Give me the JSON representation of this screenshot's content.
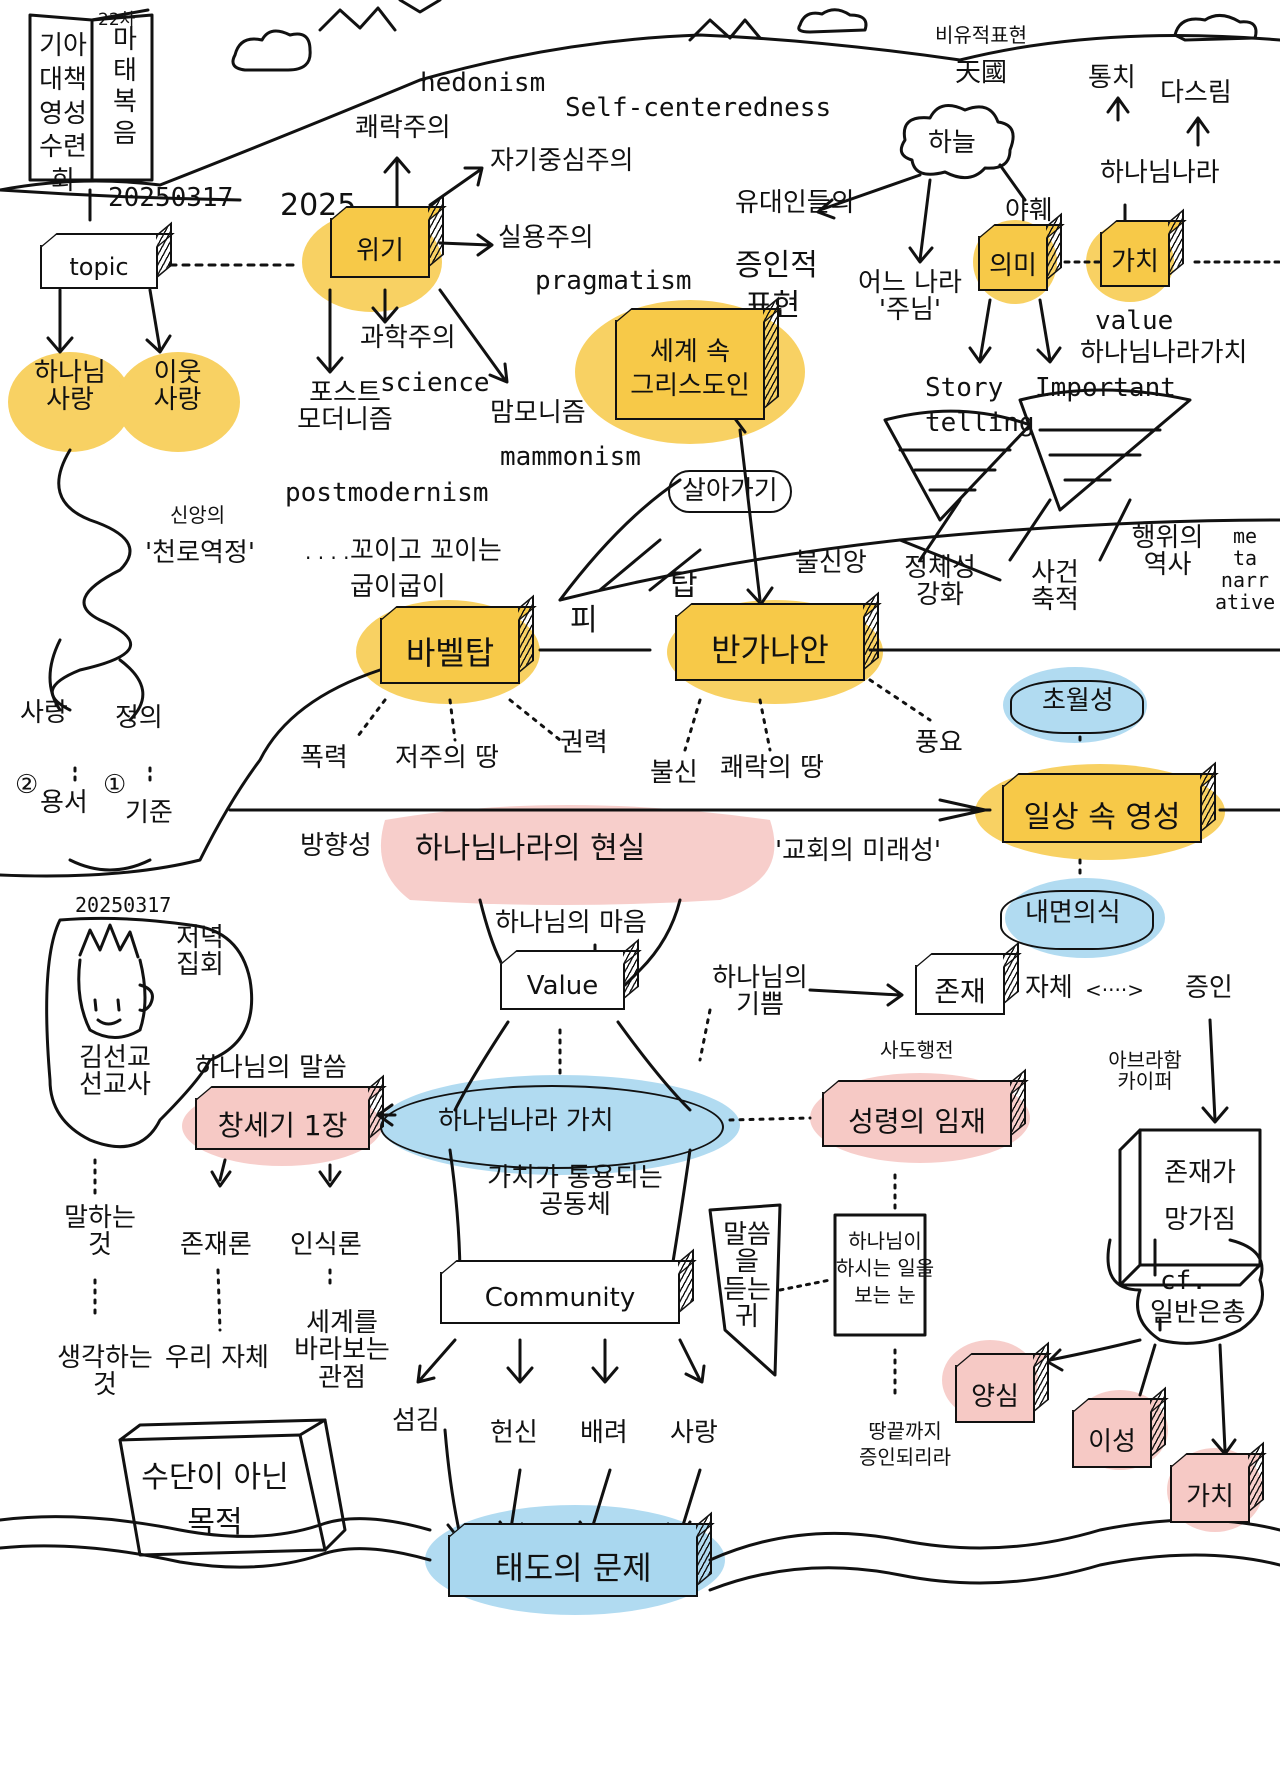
{
  "header": {
    "session_badge": "22차",
    "session_title_lines": [
      "기아",
      "대책",
      "영성",
      "수련회"
    ],
    "speaker_lines": [
      "마",
      "태",
      "복",
      "음"
    ],
    "date": "20250317"
  },
  "topic": {
    "label": "topic",
    "love_god": [
      "하나님",
      "사랑"
    ],
    "love_neighbor": [
      "이웃",
      "사랑"
    ],
    "faith_label": "신앙의",
    "faith_quote": "'천로역정'",
    "winding": "꼬이고 꼬이는",
    "winding2": "굽이굽이",
    "love": "사랑",
    "justice": "정의",
    "forgive_num": "②",
    "forgive": "용서",
    "standard_num": "①",
    "standard": "기준"
  },
  "crisis": {
    "year": "2025",
    "label": "위기",
    "hedonism_en": "hedonism",
    "hedonism_ko": "쾌락주의",
    "self_en": "Self-centeredness",
    "self_ko": "자기중심주의",
    "pragmatism_ko": "실용주의",
    "pragmatism_en": "pragmatism",
    "science_ko": "과학주의",
    "science_en": "science",
    "postmodern_ko": [
      "포스트",
      "모더니즘"
    ],
    "postmodern_en": "postmodernism",
    "mammon_ko": "맘모니즘",
    "mammon_en": "mammonism"
  },
  "worldview": {
    "jews": "유대인들의",
    "testimony": "증인적",
    "expression": "표현",
    "box": [
      "세계 속",
      "그리스도인"
    ],
    "living": "살아가기"
  },
  "heaven": {
    "metaphor": "비유적표현",
    "hanja": "天國",
    "cloud": "하늘",
    "rule": "통치",
    "reign": "다스림",
    "kingdom": "하나님나라",
    "where": [
      "어느 나라",
      "'주님'"
    ],
    "yahweh": "야훼",
    "meaning": "의미",
    "value": "가치",
    "value_en": "value",
    "kingdom_value": "하나님나라가치",
    "story1": "Story",
    "story2": "telling",
    "important": "Important",
    "identity": [
      "정체성",
      "강화"
    ],
    "events": [
      "사건",
      "축적"
    ],
    "acts": [
      "행위의",
      "역사"
    ],
    "meta": [
      "me",
      "ta",
      "narr",
      "ative"
    ]
  },
  "road": {
    "blood": "피",
    "tower": "탑",
    "unfaith": "불신앙",
    "babel": "바벨탑",
    "canaan": "반가나안",
    "violence": "폭력",
    "cursed": "저주의 땅",
    "power": "권력",
    "distrust": "불신",
    "pleasure_land": "쾌락의 땅",
    "prosperity": "풍요",
    "transcend": "초월성",
    "everyday": "일상 속 영성",
    "inner": "내면의식",
    "direction": "방향성",
    "reality": "하나님나라의 현실",
    "church_future": "'교회의 미래성'"
  },
  "bottom": {
    "date": "20250317",
    "evening": [
      "저녁",
      "집회"
    ],
    "speaker": [
      "김선교",
      "선교사"
    ],
    "word_of_god": "하나님의 말씀",
    "genesis": "창세기 1장",
    "speaking": [
      "말하는",
      "것"
    ],
    "ontology": "존재론",
    "epistemology": "인식론",
    "thinking": [
      "생각하는",
      "것"
    ],
    "ourselves": "우리 자체",
    "worldview_lines": [
      "세계를",
      "바라보는",
      "관점"
    ],
    "purpose": [
      "수단이 아닌",
      "목적"
    ],
    "heart": "하나님의 마음",
    "value_box": "Value",
    "kingdom_value": "하나님나라 가치",
    "shared": [
      "가치가 통용되는",
      "공동체"
    ],
    "community": "Community",
    "ears": [
      "말씀을",
      "듣는",
      "귀"
    ],
    "eyes": [
      "하나님이",
      "하시는 일을",
      "보는 눈"
    ],
    "serve": "섬김",
    "devotion": "헌신",
    "care": "배려",
    "love": "사랑",
    "attitude": "태도의 문제",
    "joy": [
      "하나님의",
      "기쁨"
    ],
    "existence": "존재",
    "itself": "자체",
    "arrow_pair": "<····>",
    "witness": "증인",
    "acts": "사도행전",
    "spirit": "성령의 임재",
    "ends_earth": [
      "땅끝까지",
      "증인되리라"
    ],
    "abraham": [
      "아브라함",
      "카이퍼"
    ],
    "lost": [
      "존재가",
      "망가짐"
    ],
    "cf": "cf.",
    "general_grace": "일반은총",
    "conscience": "양심",
    "reason": "이성",
    "value3": "가치"
  },
  "colors": {
    "gold": "#f7c948",
    "pink": "#f6c9c5",
    "blue": "#a9d7ef",
    "ink": "#111111"
  }
}
